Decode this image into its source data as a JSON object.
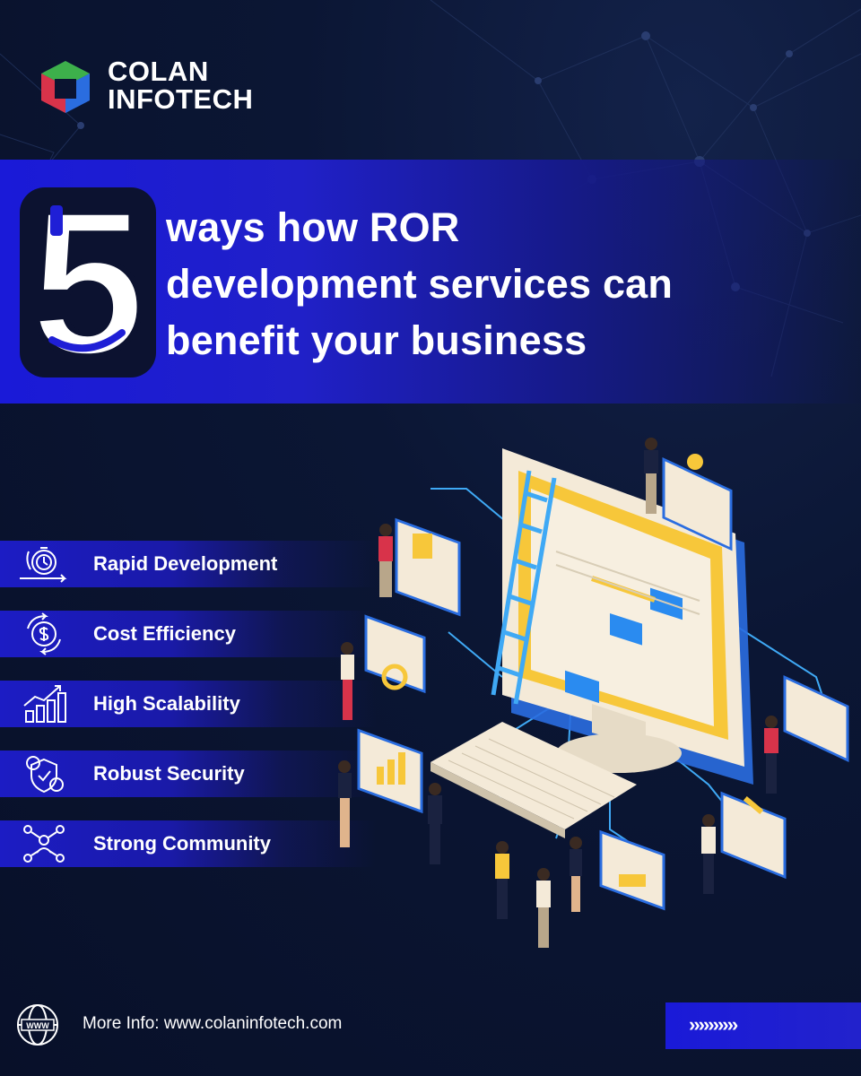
{
  "brand": {
    "name_line1": "COLAN",
    "name_line2": "INFOTECH",
    "colors": {
      "accent_blue": "#1f1fd6",
      "navy": "#0a1330",
      "yellow": "#f7c73a",
      "cream": "#f4ead8",
      "red": "#d8334a",
      "green": "#3db04b"
    }
  },
  "hero": {
    "number": "5",
    "headline_lines": [
      "ways how ROR",
      "development services can",
      "benefit your business"
    ]
  },
  "benefits": [
    {
      "label": "Rapid Development",
      "icon": "stopwatch-cycle-icon"
    },
    {
      "label": "Cost Efficiency",
      "icon": "dollar-coin-cycle-icon"
    },
    {
      "label": "High Scalability",
      "icon": "bar-chart-growth-icon"
    },
    {
      "label": "Robust Security",
      "icon": "shield-gear-icon"
    },
    {
      "label": "Strong Community",
      "icon": "people-network-icon"
    }
  ],
  "illustration": {
    "icon": "computer-team-illustration"
  },
  "footer": {
    "globe_label": "WWW",
    "more_info": "More Info: www.colaninfotech.com",
    "arrows": "››››››››››"
  }
}
